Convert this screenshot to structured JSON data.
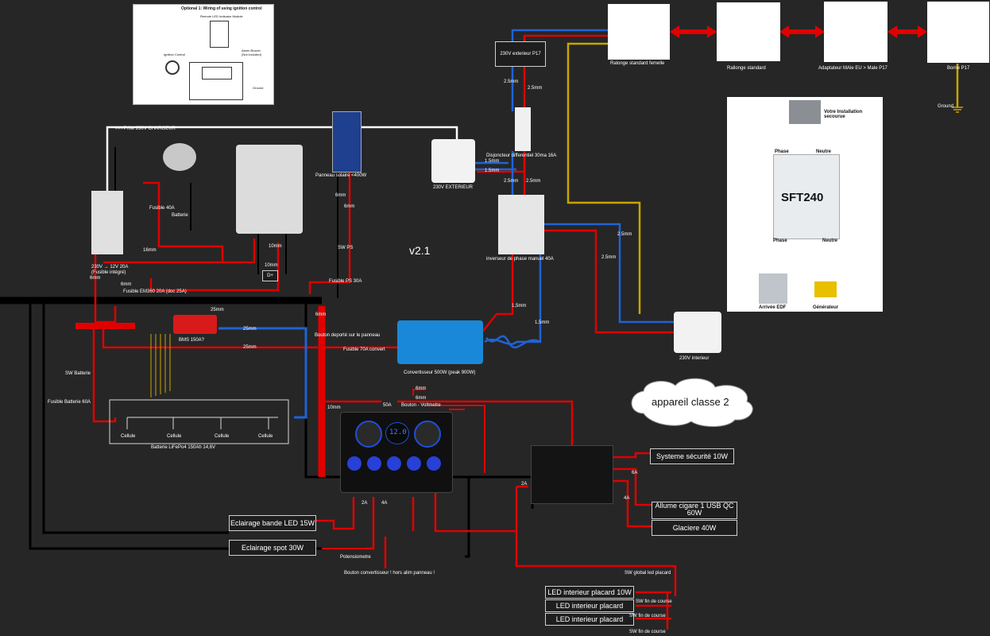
{
  "version": "v2.1",
  "wiring_module": {
    "title": "Optional 1: Wiring of using ignition control",
    "led_module": "Remote LED Indicator Module",
    "ignition": "Ignition Control",
    "buzzer": "Alarm Buzzer",
    "buzzer_note": "(Not included)",
    "ground": "Ground"
  },
  "sft240": {
    "installation": "Votre Installation secourue",
    "phase_top": "Phase",
    "neutre_top": "Neutre",
    "model": "SFT240",
    "phase_bottom": "Phase",
    "neutre_bottom": "Neutre",
    "edf": "Arrivée EDF",
    "generator": "Générateur"
  },
  "top_devices": {
    "rallonge_femelle": "Ralonge standard femelle",
    "rallonge": "Rallonge standard",
    "adaptateur": "Adaptateur MAle EU > Male P17",
    "borne": "Borne P17",
    "ground": "Ground",
    "ext_p17": "230V exterieur P17",
    "prise_ext": "230V EXTERIEUR",
    "disjoncteur": "Disjoncteur differentiel 30ma 16A",
    "inverseur": "inverseur de phase manuel 40A",
    "prise_int": "230V interieur",
    "classe2": "appareil classe 2"
  },
  "dc_devices": {
    "prise_chargeur": ">>>Prise 230V CHARGEUR",
    "chargeur": "230V → 12V 20A (Fusible intégré)",
    "fusible40": "Fusible 40A",
    "batterie_alt": "Batterie",
    "panneau": "Panneau solaire <400W",
    "sw_ps": "SW PS",
    "fusible_ps": "Fusible PS 30A",
    "fusible_em": "Fusible EM360 20A (doc 25A)",
    "d_plus": "D+",
    "bms": "BMS 150A?",
    "sw_batterie": "SW Batterie",
    "fusible_bat": "Fusible Batterie 60A",
    "cellule": "Cellule",
    "batterie_lfp": "Batterie LiFePo4 150Ah 14,6V",
    "bouton_deporte": "Bouton deporté sur le panneau",
    "fusible70": "Fusible 70A convert",
    "convertisseur": "Convertisseur 500W (peak 900W)",
    "fuse50": "50A",
    "bouton_voltmetre": "Bouton - Voltmetre",
    "voltmetre_val": "12.0",
    "potentiometre": "Potensiometre",
    "bouton_conv": "Bouton convertisseur ! hors alim panneau !"
  },
  "wire_labels": {
    "w25a": "2.5mm",
    "w25b": "2.5mm",
    "w15a": "1.5mm",
    "w15b": "1.5mm",
    "w25c": "2.5mm",
    "w25d": "2.5mm",
    "w25e": "2.5mm",
    "w25f": "2.5mm",
    "w15c": "1,5mm",
    "w15d": "1,5mm",
    "w6a": "6mm",
    "w6b": "6mm",
    "w16": "16mm",
    "w10a": "10mm",
    "w10b": "10mm",
    "w6c": "6mm",
    "w6d": "6mm",
    "w25mm_a": "25mm",
    "w25mm_b": "25mm",
    "w25mm_c": "25mm",
    "w6e": "6mm",
    "w6f": "6mm",
    "w6g": "6mm",
    "w10c": "10mm",
    "a2": "2A",
    "a4": "4A",
    "a6": "6A",
    "a4b": "4A",
    "a2b": "2A"
  },
  "loads": {
    "securite": "Systeme sécurité 10W",
    "allume_cigare": "Allume cigare 1 USB QC 60W",
    "glaciere": "Glaciere 40W",
    "bande_led": "Eclairage bande LED 15W",
    "spot": "Eclairage spot 30W",
    "led_placard_10": "LED interieur placard 10W",
    "led_placard_b": "LED interieur placard",
    "led_placard_c": "LED interieur placard",
    "sw_global": "SW global led placard",
    "sw_fin1": "SW fin de course",
    "sw_fin2": "SW fin de course",
    "sw_fin3": "SW fin de course"
  },
  "colors": {
    "background": "#262626",
    "red": "#e00000",
    "blue": "#1f63d6",
    "yellow": "#c9a400",
    "black": "#000000",
    "white": "#ffffff",
    "inverter_blue": "#1a88d8"
  }
}
